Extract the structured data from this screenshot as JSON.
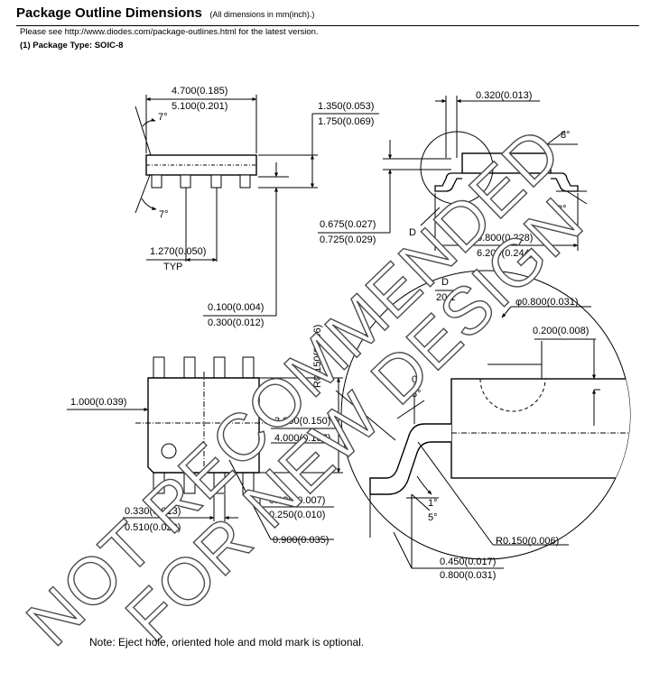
{
  "header": {
    "title": "Package Outline Dimensions",
    "title_note": "(All dimensions in mm(inch).)",
    "see_line": "Please see http://www.diodes.com/package-outlines.html  for the latest version.",
    "package_label": "(1)   Package Type: SOIC-8"
  },
  "top_view": {
    "length": [
      "4.700(0.185)",
      "5.100(0.201)"
    ],
    "angle_top": "7°",
    "angle_bottom": "7°",
    "pitch": "1.270(0.050)",
    "pitch_note": "TYP",
    "standoff": [
      "0.100(0.004)",
      "0.300(0.012)"
    ],
    "height": [
      "1.350(0.053)",
      "1.750(0.069)"
    ]
  },
  "end_view": {
    "lead_thickness": "0.320(0.013)",
    "angle_top": "8°",
    "angle_bottom": "8°",
    "foot_height": [
      "0.675(0.027)",
      "0.725(0.029)"
    ],
    "detail_ref": "D",
    "span": [
      "5.800(0.228)",
      "6.200(0.244)"
    ]
  },
  "plan_view": {
    "lead_offset": "1.000(0.039)",
    "body_width": [
      "3.800(0.150)",
      "4.000(0.157)"
    ],
    "lead_width": [
      "0.330(0.013)",
      "0.510(0.020)"
    ],
    "chamfer": [
      "0.190(0.007)",
      "0.250(0.010)"
    ],
    "lead_pos": "0.900(0.035)"
  },
  "detail_d": {
    "label": "D",
    "scale": "20:1",
    "hole": "φ0.800(0.031)",
    "hole_depth": "0.200(0.008)",
    "radius_top": "R0.150(0.006)",
    "radius_bottom": "R0.150(0.006)",
    "angle_a": [
      "0°",
      "8°"
    ],
    "angle_b": [
      "1°",
      "5°"
    ],
    "foot_length": [
      "0.450(0.017)",
      "0.800(0.031)"
    ]
  },
  "watermark": [
    "NOT RECOMMENDED",
    "FOR NEW DESIGN"
  ],
  "footer": {
    "note": "Note: Eject hole, oriented hole and mold mark is optional."
  }
}
